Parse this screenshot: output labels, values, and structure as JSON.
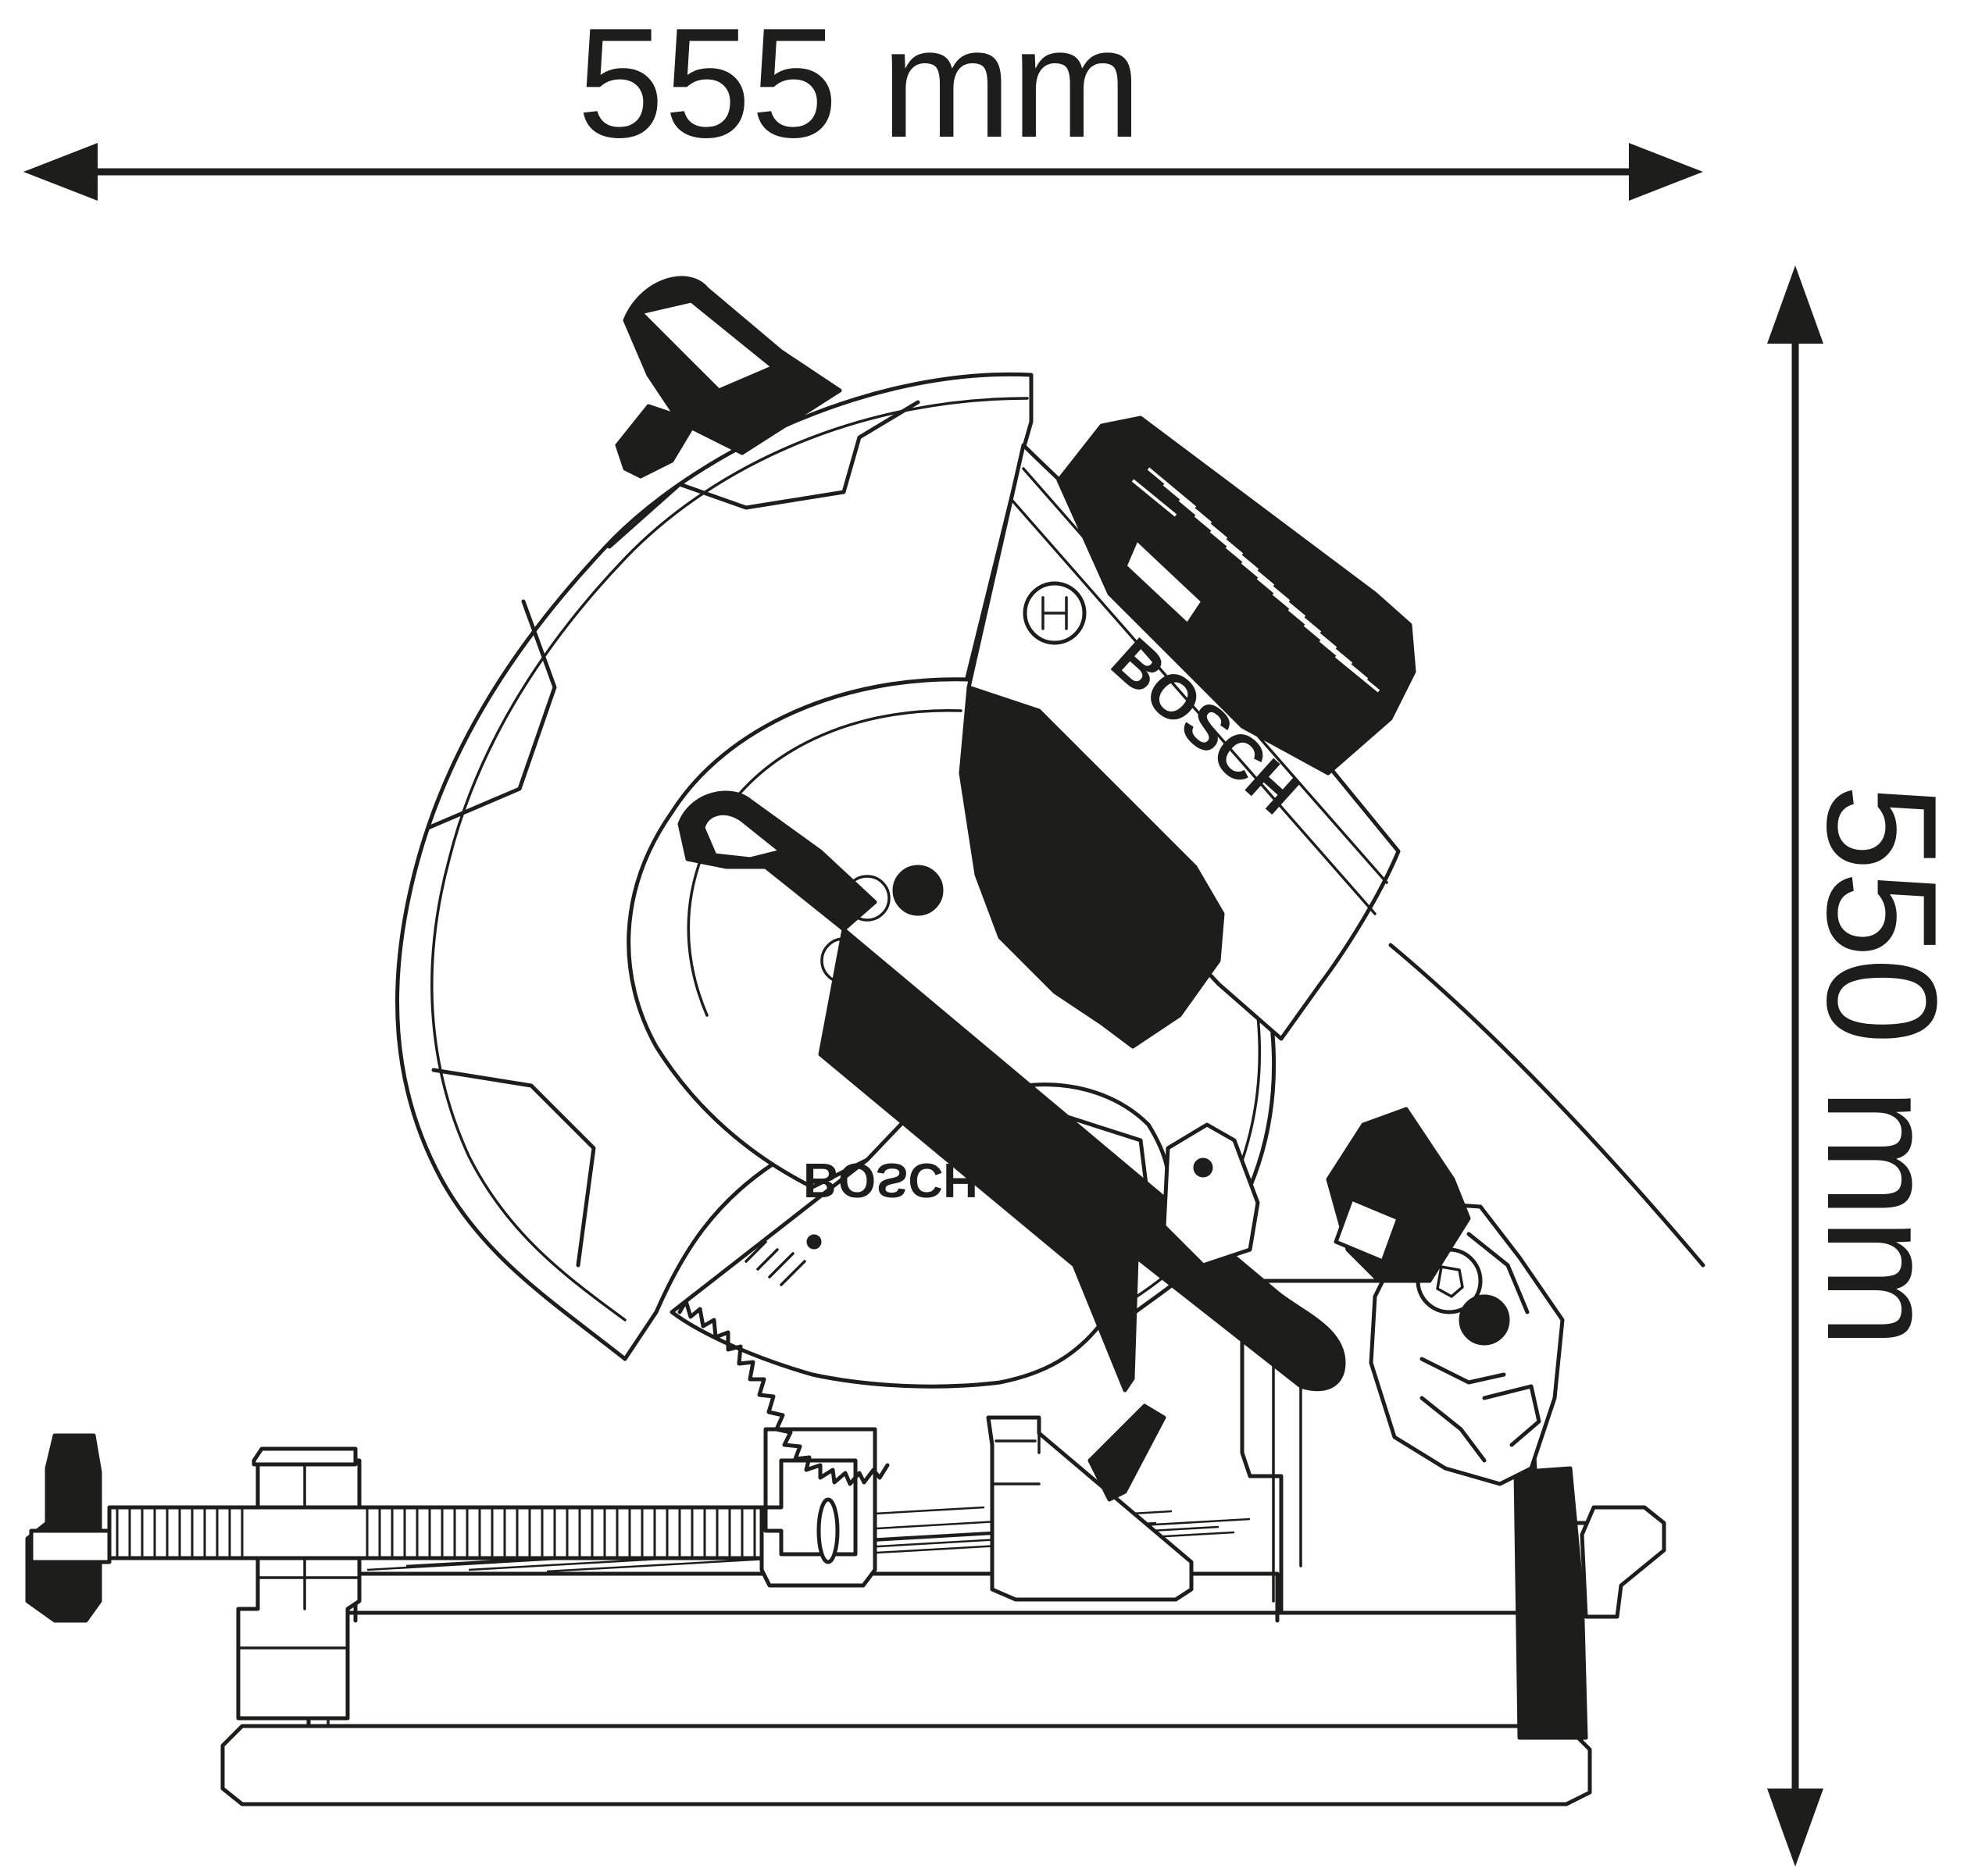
{
  "dimensions": {
    "width_label": "555 mm",
    "height_label": "550 mm"
  },
  "branding": {
    "logo_housing": "BOSCH",
    "logo_blade": "BOSCH"
  },
  "colors": {
    "line": "#1d1d1b",
    "background": "#ffffff"
  }
}
